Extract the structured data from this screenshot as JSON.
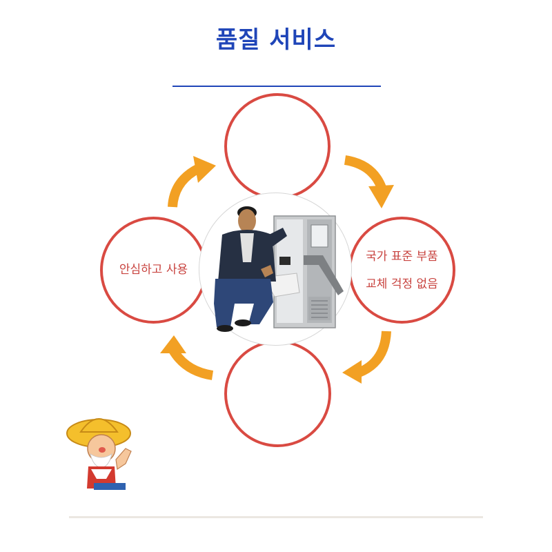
{
  "heading": {
    "title": "품질 서비스"
  },
  "cycle": {
    "right_circle_line1": "국가 표준 부품",
    "right_circle_line2": "교체 걱정 없음",
    "left_circle_text": "안심하고 사용"
  },
  "colors": {
    "title_blue": "#1f45b8",
    "circle_red": "#d94a42",
    "arrow_orange": "#f2a023",
    "text_red": "#c8433f"
  },
  "illustrations": {
    "center_photo": "man-with-machine-photo",
    "mascot": "farmer-thumbs-up-mascot"
  }
}
